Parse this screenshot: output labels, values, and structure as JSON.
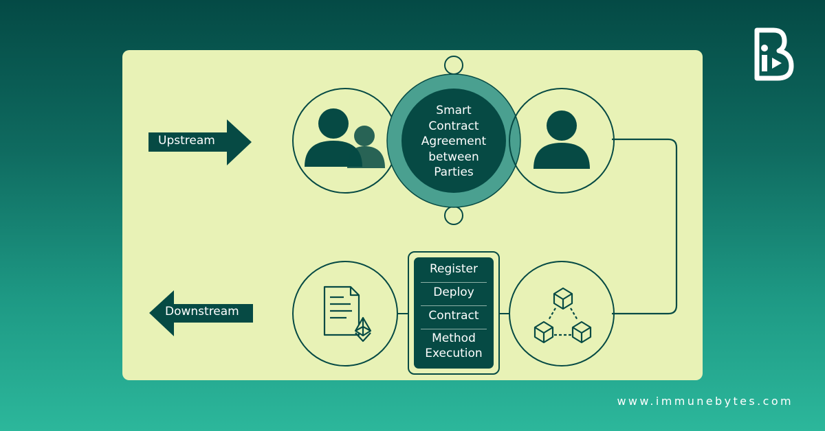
{
  "diagram": {
    "upstream_label": "Upstream",
    "downstream_label": "Downstream",
    "contract_lines": [
      "Smart",
      "Contract",
      "Agreement",
      "between",
      "Parties"
    ],
    "steps": [
      {
        "lines": [
          "Register"
        ]
      },
      {
        "lines": [
          "Deploy"
        ]
      },
      {
        "lines": [
          "Contract"
        ]
      },
      {
        "lines": [
          "Method",
          "Execution"
        ]
      }
    ]
  },
  "icons": {
    "group": "users-group-icon",
    "single": "user-icon",
    "document": "ethereum-document-icon",
    "blockchain": "blockchain-network-icon",
    "logo": "immunebytes-logo"
  },
  "footer": {
    "website": "www.immunebytes.com"
  },
  "colors": {
    "dark_green": "#064a44",
    "teal_ring": "#4aa090",
    "panel": "#e8f2b6",
    "background_top": "#044a45",
    "background_bottom": "#2cb79b"
  }
}
